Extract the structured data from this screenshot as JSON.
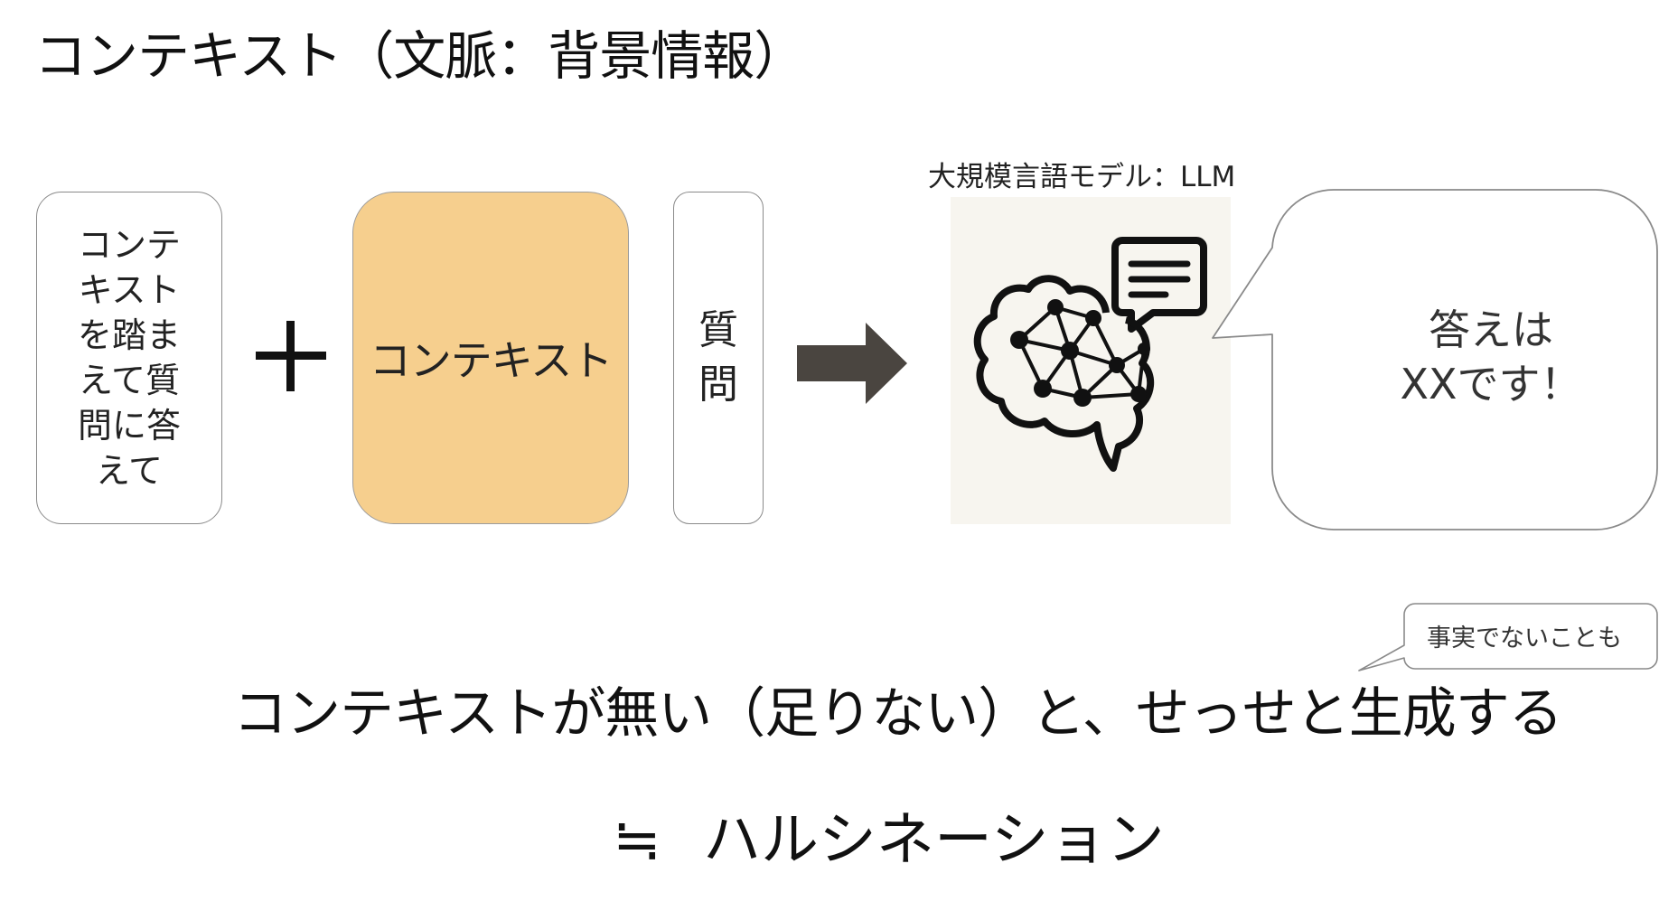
{
  "title": "コンテキスト（文脈：背景情報）",
  "instruction_box": {
    "text": "コンテキストを踏まえて質問に答えて"
  },
  "plus_icon": "plus-icon",
  "context_box": {
    "text": "コンテキスト",
    "fill_color": "#f6cf8e"
  },
  "question_box": {
    "text": "質問"
  },
  "arrow_icon": "right-arrow-icon",
  "arrow_color": "#4a4540",
  "llm": {
    "label": "大規模言語モデル：LLM",
    "icon": "brain-network-chat-icon"
  },
  "answer_bubble": {
    "line1": "答えは",
    "line2": "XXです！"
  },
  "note_bubble": {
    "text": "事実でないことも"
  },
  "statement": "コンテキストが無い（足りない）と、せっせと生成する",
  "conclusion": {
    "symbol": "≒",
    "text": "ハルシネーション"
  }
}
